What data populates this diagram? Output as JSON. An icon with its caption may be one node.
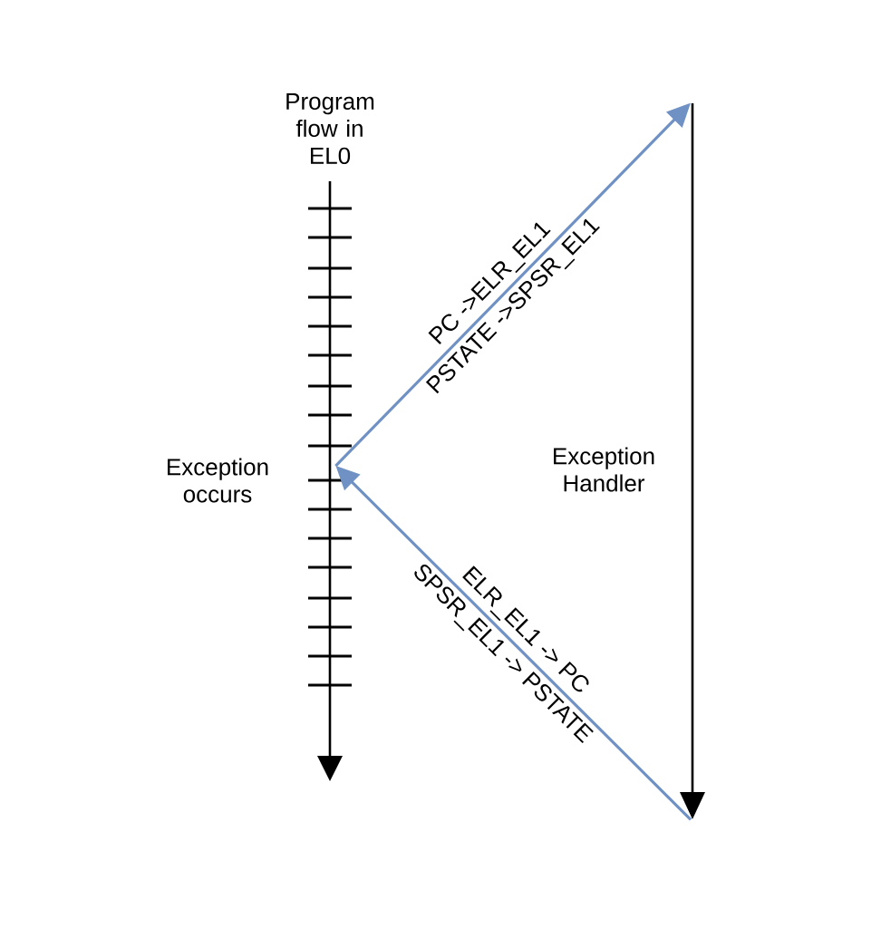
{
  "diagram": {
    "nodes": [
      {
        "text": [
          "Program flow in EL0"
        ],
        "beside": [
          "Exception occurs"
        ]
      },
      {
        "text": [
          "Exception Handler"
        ]
      }
    ],
    "edges": [
      {
        "from": 0,
        "to": 1,
        "arrow": "to"
      },
      {
        "from": 1,
        "to": 0,
        "arrow": "to"
      }
    ],
    "labels": [
      "PC ->ELR_EL1",
      "PSTATE ->SPSR_EL1",
      "ELR_EL1 -> PC",
      "SPSR_EL1 -> PSTATE"
    ]
  }
}
